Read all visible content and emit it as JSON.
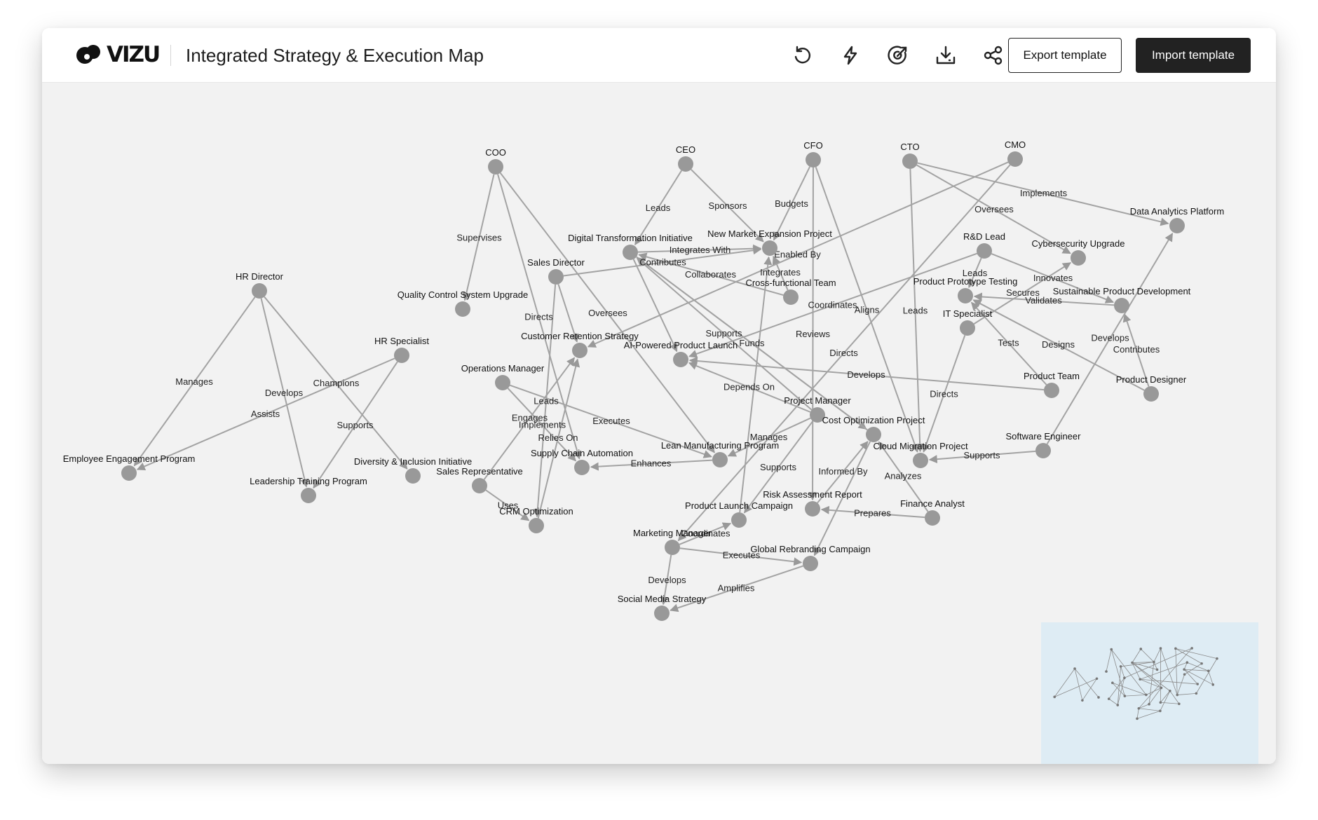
{
  "app": {
    "brand": "VIZU",
    "title": "Integrated Strategy & Execution Map"
  },
  "toolbar": {
    "icons": [
      "undo-icon",
      "bolt-icon",
      "target-icon",
      "download-icon",
      "share-icon"
    ],
    "export_label": "Export template",
    "import_label": "Import template"
  },
  "graph": {
    "nodes": [
      {
        "id": "coo",
        "label": "COO"
      },
      {
        "id": "ceo",
        "label": "CEO"
      },
      {
        "id": "cfo",
        "label": "CFO"
      },
      {
        "id": "cto",
        "label": "CTO"
      },
      {
        "id": "cmo",
        "label": "CMO"
      },
      {
        "id": "hrdir",
        "label": "HR Director"
      },
      {
        "id": "hrspec",
        "label": "HR Specialist"
      },
      {
        "id": "eep",
        "label": "Employee Engagement Program"
      },
      {
        "id": "ltp",
        "label": "Leadership Training Program"
      },
      {
        "id": "dii",
        "label": "Diversity & Inclusion Initiative"
      },
      {
        "id": "qcsu",
        "label": "Quality Control System Upgrade"
      },
      {
        "id": "salesdir",
        "label": "Sales Director"
      },
      {
        "id": "dti",
        "label": "Digital Transformation Initiative"
      },
      {
        "id": "nmep",
        "label": "New Market Expansion Project"
      },
      {
        "id": "cft",
        "label": "Cross-functional Team"
      },
      {
        "id": "crs",
        "label": "Customer Retention Strategy"
      },
      {
        "id": "aipl",
        "label": "AI-Powered Product Launch"
      },
      {
        "id": "opsmgr",
        "label": "Operations Manager"
      },
      {
        "id": "sca",
        "label": "Supply Chain Automation"
      },
      {
        "id": "salesrep",
        "label": "Sales Representative"
      },
      {
        "id": "crmo",
        "label": "CRM Optimization"
      },
      {
        "id": "lmp",
        "label": "Lean Manufacturing Program"
      },
      {
        "id": "pm",
        "label": "Project Manager"
      },
      {
        "id": "cop",
        "label": "Cost Optimization Project"
      },
      {
        "id": "cmp",
        "label": "Cloud Migration Project"
      },
      {
        "id": "rar",
        "label": "Risk Assessment Report"
      },
      {
        "id": "plc",
        "label": "Product Launch Campaign"
      },
      {
        "id": "mktmgr",
        "label": "Marketing Manager"
      },
      {
        "id": "grc",
        "label": "Global Rebranding Campaign"
      },
      {
        "id": "sms",
        "label": "Social Media Strategy"
      },
      {
        "id": "fa",
        "label": "Finance Analyst"
      },
      {
        "id": "dap",
        "label": "Data Analytics Platform"
      },
      {
        "id": "rdlead",
        "label": "R&D Lead"
      },
      {
        "id": "csu",
        "label": "Cybersecurity Upgrade"
      },
      {
        "id": "ppt",
        "label": "Product Prototype Testing"
      },
      {
        "id": "spd",
        "label": "Sustainable Product Development"
      },
      {
        "id": "itspec",
        "label": "IT Specialist"
      },
      {
        "id": "pteam",
        "label": "Product Team"
      },
      {
        "id": "pdesigner",
        "label": "Product Designer"
      },
      {
        "id": "sweng",
        "label": "Software Engineer"
      }
    ],
    "edges": [
      {
        "from": "coo",
        "to": "qcsu",
        "label": "Supervises"
      },
      {
        "from": "coo",
        "to": "sca",
        "label": "Directs"
      },
      {
        "from": "coo",
        "to": "lmp",
        "label": "Oversees"
      },
      {
        "from": "ceo",
        "to": "dti",
        "label": "Leads"
      },
      {
        "from": "ceo",
        "to": "nmep",
        "label": "Sponsors"
      },
      {
        "from": "cfo",
        "to": "nmep",
        "label": "Budgets"
      },
      {
        "from": "cfo",
        "to": "rar",
        "label": "Reviews"
      },
      {
        "from": "cfo",
        "to": "cmp",
        "label": "Aligns"
      },
      {
        "from": "cto",
        "to": "csu",
        "label": "Oversees"
      },
      {
        "from": "cto",
        "to": "dap",
        "label": "Implements"
      },
      {
        "from": "cto",
        "to": "cmp",
        "label": "Leads"
      },
      {
        "from": "cmo",
        "to": "crs",
        "label": "Enabled By"
      },
      {
        "from": "cmo",
        "to": "mktmgr",
        "label": "Directs"
      },
      {
        "from": "hrdir",
        "to": "eep",
        "label": "Manages"
      },
      {
        "from": "hrdir",
        "to": "ltp",
        "label": "Develops"
      },
      {
        "from": "hrdir",
        "to": "dii",
        "label": "Champions"
      },
      {
        "from": "hrspec",
        "to": "eep",
        "label": "Assists"
      },
      {
        "from": "hrspec",
        "to": "ltp",
        "label": "Supports"
      },
      {
        "from": "salesdir",
        "to": "nmep",
        "label": "Contributes"
      },
      {
        "from": "salesdir",
        "to": "crmo",
        "label": "Leads"
      },
      {
        "from": "salesdir",
        "to": "crs",
        "label": ""
      },
      {
        "from": "dti",
        "to": "nmep",
        "label": "Integrates With"
      },
      {
        "from": "dti",
        "to": "aipl",
        "label": ""
      },
      {
        "from": "dti",
        "to": "cop",
        "label": ""
      },
      {
        "from": "cft",
        "to": "dti",
        "label": "Collaborates"
      },
      {
        "from": "cft",
        "to": "nmep",
        "label": "Integrates"
      },
      {
        "from": "rdlead",
        "to": "aipl",
        "label": "Coordinates"
      },
      {
        "from": "rdlead",
        "to": "ppt",
        "label": "Leads"
      },
      {
        "from": "opsmgr",
        "to": "sca",
        "label": "Implements"
      },
      {
        "from": "opsmgr",
        "to": "lmp",
        "label": "Executes"
      },
      {
        "from": "salesrep",
        "to": "crs",
        "label": "Engages"
      },
      {
        "from": "salesrep",
        "to": "crmo",
        "label": "Uses"
      },
      {
        "from": "crmo",
        "to": "crs",
        "label": "Relies On"
      },
      {
        "from": "lmp",
        "to": "sca",
        "label": "Enhances"
      },
      {
        "from": "pm",
        "to": "lmp",
        "label": "Manages"
      },
      {
        "from": "pm",
        "to": "plc",
        "label": "Supports"
      },
      {
        "from": "pm",
        "to": "dti",
        "label": "Supports"
      },
      {
        "from": "pm",
        "to": "aipl",
        "label": "Depends On"
      },
      {
        "from": "plc",
        "to": "nmep",
        "label": ""
      },
      {
        "from": "cop",
        "to": "dti",
        "label": "Funds"
      },
      {
        "from": "cop",
        "to": "grc",
        "label": ""
      },
      {
        "from": "rar",
        "to": "cop",
        "label": "Informed By"
      },
      {
        "from": "fa",
        "to": "cop",
        "label": "Analyzes"
      },
      {
        "from": "fa",
        "to": "rar",
        "label": "Prepares"
      },
      {
        "from": "mktmgr",
        "to": "plc",
        "label": "Coordinates"
      },
      {
        "from": "mktmgr",
        "to": "grc",
        "label": "Executes"
      },
      {
        "from": "mktmgr",
        "to": "sms",
        "label": "Develops"
      },
      {
        "from": "grc",
        "to": "sms",
        "label": "Amplifies"
      },
      {
        "from": "itspec",
        "to": "csu",
        "label": "Secures"
      },
      {
        "from": "itspec",
        "to": "cmp",
        "label": "Directs"
      },
      {
        "from": "pteam",
        "to": "aipl",
        "label": "Develops"
      },
      {
        "from": "pteam",
        "to": "ppt",
        "label": "Tests"
      },
      {
        "from": "pdesigner",
        "to": "ppt",
        "label": "Designs"
      },
      {
        "from": "pdesigner",
        "to": "spd",
        "label": "Contributes"
      },
      {
        "from": "spd",
        "to": "ppt",
        "label": "Validates"
      },
      {
        "from": "rdlead",
        "to": "spd",
        "label": "Innovates"
      },
      {
        "from": "sweng",
        "to": "dap",
        "label": "Develops"
      },
      {
        "from": "sweng",
        "to": "cmp",
        "label": "Supports"
      }
    ]
  }
}
